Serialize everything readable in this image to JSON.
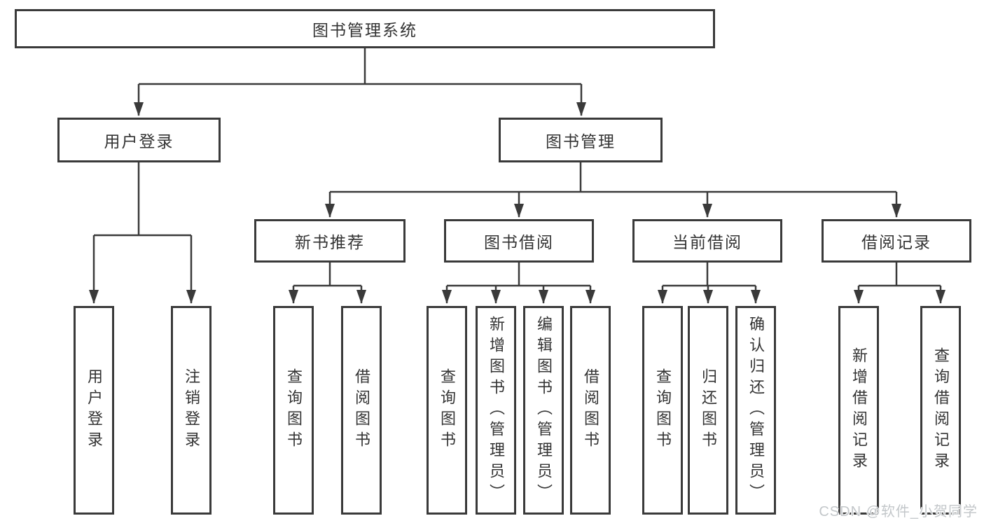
{
  "nodes": {
    "root": "图书管理系统",
    "user_login": "用户登录",
    "book_management": "图书管理",
    "new_book_recommend": "新书推荐",
    "book_borrow": "图书借阅",
    "current_borrow": "当前借阅",
    "borrow_records": "借阅记录",
    "leaves": {
      "user_login": [
        "用户登录",
        "注销登录"
      ],
      "new_book_recommend": [
        "查询图书",
        "借阅图书"
      ],
      "book_borrow": [
        "查询图书",
        "新增图书（管理员）",
        "编辑图书（管理员）",
        "借阅图书"
      ],
      "current_borrow": [
        "查询图书",
        "归还图书",
        "确认归还（管理员）"
      ],
      "borrow_records": [
        "新增借阅记录",
        "查询借阅记录"
      ]
    }
  },
  "watermark": "CSDN @软件_小贺同学",
  "colors": {
    "line": "#3a3a3a",
    "text": "#333333",
    "watermark": "#c3c7ca",
    "background": "#ffffff"
  }
}
